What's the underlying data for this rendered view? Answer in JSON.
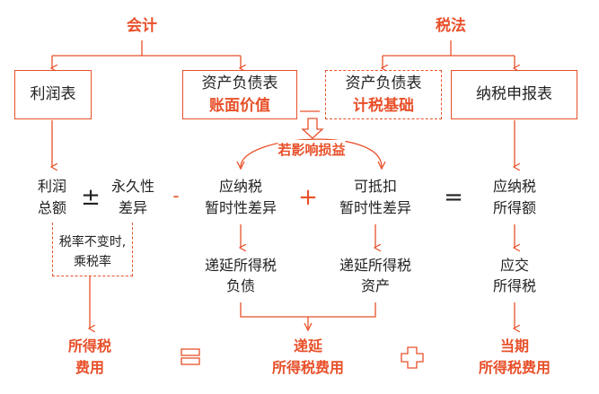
{
  "headers": {
    "accounting": "会计",
    "tax_law": "税法"
  },
  "boxes": {
    "income_statement": "利润表",
    "balance_sheet": {
      "title": "资产负债表",
      "sub": "账面价值"
    },
    "tax_balance_sheet": {
      "title": "资产负债表",
      "sub": "计税基础"
    },
    "tax_return": "纳税申报表"
  },
  "arc_label": "若影响损益",
  "row2": {
    "profit": [
      "利润",
      "总额"
    ],
    "plus_minus": "±",
    "permanent": [
      "永久性",
      "差异"
    ],
    "minus": "-",
    "taxable_temp": [
      "应纳税",
      "暂时性差异"
    ],
    "plus": "+",
    "deductible_temp": [
      "可抵扣",
      "暂时性差异"
    ],
    "equals": "=",
    "taxable_income": [
      "应纳税",
      "所得额"
    ]
  },
  "note": [
    "税率不变时,",
    "乘税率"
  ],
  "row3": {
    "dtl": [
      "递延所得税",
      "负债"
    ],
    "dta": [
      "递延所得税",
      "资产"
    ],
    "payable": [
      "应交",
      "所得税"
    ]
  },
  "bottom": {
    "tax_expense": [
      "所得税",
      "费用"
    ],
    "deferred": [
      "递延",
      "所得税费用"
    ],
    "current": [
      "当期",
      "所得税费用"
    ]
  },
  "colors": {
    "accent": "#e8502a"
  }
}
